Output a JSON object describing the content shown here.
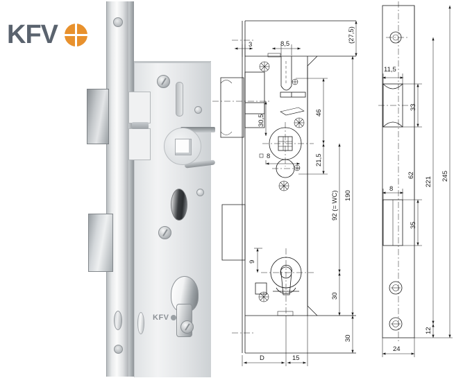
{
  "brand": {
    "name": "KFV",
    "mark": "kfv-circle-mark",
    "text_color": "#5a636e",
    "mark_color": "#e8912d"
  },
  "product_photo": {
    "label": "mortise-lock-photo",
    "case_marking": "KFV"
  },
  "drawings": {
    "front_section": {
      "name": "lock-case-front-section-view",
      "dimensions": {
        "faceplate_thickness": "3",
        "latch_width": "8,5",
        "top_offset": "(27,5)",
        "latch_center": "30,5",
        "spindle_square": "8",
        "spindle_symbol": "□",
        "follower_to_top": "46",
        "follower_to_cylinder": "21,5",
        "backset_center_distance": "92 (= WC)",
        "case_height": "190",
        "deadbolt_offset": "9",
        "cylinder_to_bottom": "30",
        "bottom_margin": "30",
        "backset_label": "D",
        "case_depth": "15"
      }
    },
    "faceplate_view": {
      "name": "faceplate-front-view",
      "dimensions": {
        "latch_cutout_width": "11,5",
        "latch_cutout_height": "33",
        "bolt_cutout_width": "8",
        "bolt_cutout_height": "35",
        "hole_to_hole": "62",
        "screw_span": "221",
        "faceplate_length": "245",
        "bottom_hole_offset": "12",
        "faceplate_width": "24"
      }
    }
  }
}
